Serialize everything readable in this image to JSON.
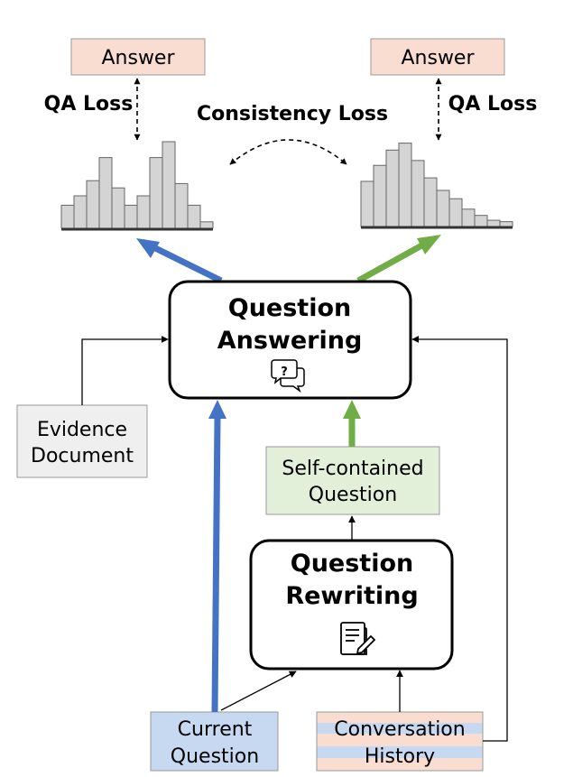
{
  "labels": {
    "answer_left": "Answer",
    "answer_right": "Answer",
    "qa_loss_left": "QA Loss",
    "qa_loss_right": "QA Loss",
    "consistency_loss": "Consistency Loss",
    "qa_title_line1": "Question",
    "qa_title_line2": "Answering",
    "evidence_line1": "Evidence",
    "evidence_line2": "Document",
    "self_contained_line1": "Self-contained",
    "self_contained_line2": "Question",
    "qr_title_line1": "Question",
    "qr_title_line2": "Rewriting",
    "current_line1": "Current",
    "current_line2": "Question",
    "history_line1": "Conversation",
    "history_line2": "History"
  },
  "histograms": {
    "left_distribution": [
      0.32,
      0.45,
      0.66,
      0.98,
      0.56,
      0.32,
      0.45,
      0.98,
      1.2,
      0.62,
      0.32,
      0.09
    ],
    "right_distribution": [
      0.65,
      0.88,
      1.1,
      1.2,
      0.95,
      0.7,
      0.52,
      0.4,
      0.25,
      0.16,
      0.09,
      0.07
    ]
  },
  "icons": [
    "chat-bubbles-icon",
    "edit-document-icon"
  ],
  "colors": {
    "blue_arrow": "#4472c4",
    "green_arrow": "#70ad47",
    "answer_fill": "#f8ddd0",
    "current_question_fill": "#c6d9f1",
    "self_contained_fill": "#e2efd9",
    "evidence_fill": "#efefef",
    "bar_fill": "#d4d4d4"
  }
}
